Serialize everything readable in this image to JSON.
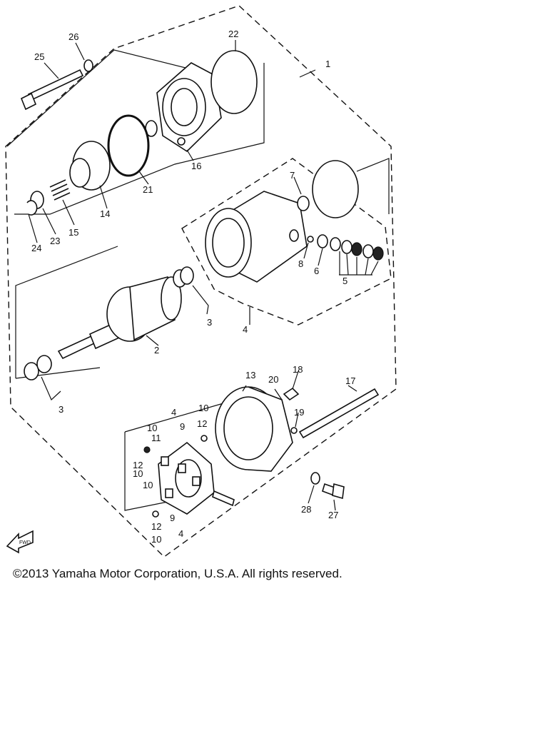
{
  "callouts": {
    "n1": "1",
    "n2": "2",
    "n3a": "3",
    "n3b": "3",
    "n4a": "4",
    "n4b": "4",
    "n4c": "4",
    "n5": "5",
    "n6": "6",
    "n7": "7",
    "n8": "8",
    "n9a": "9",
    "n9b": "9",
    "n10a": "10",
    "n10b": "10",
    "n10c": "10",
    "n10d": "10",
    "n10e": "10",
    "n11": "11",
    "n12a": "12",
    "n12b": "12",
    "n12c": "12",
    "n13": "13",
    "n14": "14",
    "n15": "15",
    "n16": "16",
    "n17": "17",
    "n18": "18",
    "n19": "19",
    "n20": "20",
    "n21": "21",
    "n22": "22",
    "n23": "23",
    "n24": "24",
    "n25": "25",
    "n26": "26",
    "n27": "27",
    "n28": "28"
  },
  "fwd_label": "FWD",
  "copyright": "©2013 Yamaha Motor Corporation, U.S.A. All rights reserved."
}
